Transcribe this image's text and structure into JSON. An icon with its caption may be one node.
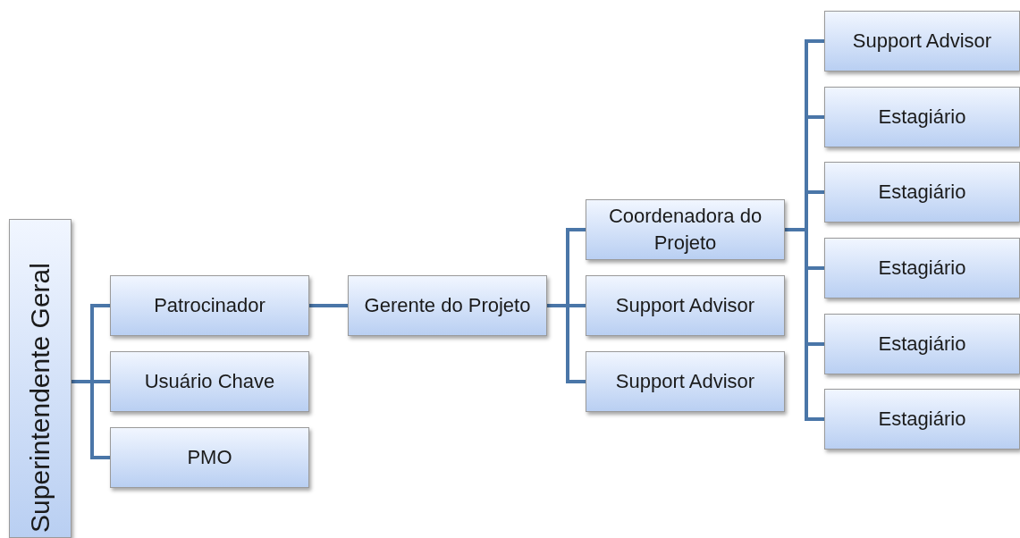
{
  "diagram": {
    "nodes": [
      {
        "text": [
          "Superintendente Geral"
        ]
      },
      {
        "text": [
          "Patrocinador"
        ]
      },
      {
        "text": [
          "Usuário Chave"
        ]
      },
      {
        "text": [
          "PMO"
        ]
      },
      {
        "text": [
          "Gerente do Projeto"
        ]
      },
      {
        "text": [
          "Coordenadora do Projeto"
        ]
      },
      {
        "text": [
          "Support Advisor"
        ]
      },
      {
        "text": [
          "Support Advisor"
        ]
      },
      {
        "text": [
          "Support Advisor"
        ]
      },
      {
        "text": [
          "Estagiário"
        ]
      },
      {
        "text": [
          "Estagiário"
        ]
      },
      {
        "text": [
          "Estagiário"
        ]
      },
      {
        "text": [
          "Estagiário"
        ]
      },
      {
        "text": [
          "Estagiário"
        ]
      }
    ],
    "edges": [
      {
        "from": 0,
        "to": 1,
        "arrow": "none"
      },
      {
        "from": 0,
        "to": 2,
        "arrow": "none"
      },
      {
        "from": 0,
        "to": 3,
        "arrow": "none"
      },
      {
        "from": 1,
        "to": 4,
        "arrow": "none"
      },
      {
        "from": 4,
        "to": 5,
        "arrow": "none"
      },
      {
        "from": 4,
        "to": 6,
        "arrow": "none"
      },
      {
        "from": 4,
        "to": 7,
        "arrow": "none"
      },
      {
        "from": 5,
        "to": 8,
        "arrow": "none"
      },
      {
        "from": 5,
        "to": 9,
        "arrow": "none"
      },
      {
        "from": 5,
        "to": 10,
        "arrow": "none"
      },
      {
        "from": 5,
        "to": 11,
        "arrow": "none"
      },
      {
        "from": 5,
        "to": 12,
        "arrow": "none"
      },
      {
        "from": 5,
        "to": 13,
        "arrow": "none"
      }
    ]
  }
}
